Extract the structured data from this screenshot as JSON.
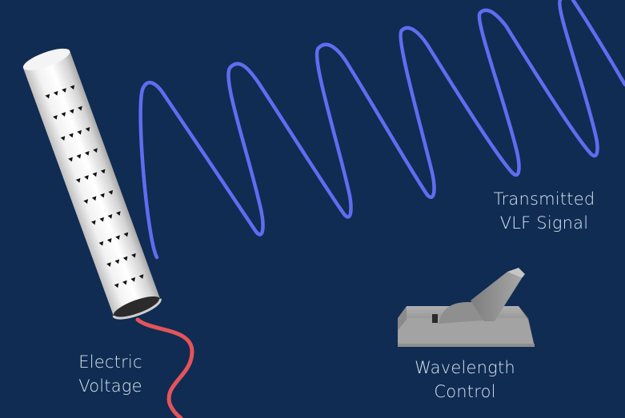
{
  "diagram": {
    "title": "VLF transmitter diagram",
    "background_color": "#102c53",
    "labels": {
      "signal": {
        "line1": "Transmitted",
        "line2": "VLF Signal"
      },
      "voltage": {
        "line1": "Electric",
        "line2": "Voltage"
      },
      "control": {
        "line1": "Wavelength",
        "line2": "Control"
      }
    },
    "components": [
      {
        "id": "antenna",
        "name": "Antenna cylinder",
        "color": "#e6e6e6"
      },
      {
        "id": "wire",
        "name": "Red voltage wire",
        "color": "#e5545a"
      },
      {
        "id": "wave",
        "name": "Transmitted VLF signal wave",
        "color": "#5f6df0"
      },
      {
        "id": "switch",
        "name": "Wavelength control switch",
        "color": "#9a9a9a"
      }
    ],
    "colors": {
      "wave": "#5f6df0",
      "wire": "#e5545a",
      "text": "#d7e3ef"
    }
  }
}
